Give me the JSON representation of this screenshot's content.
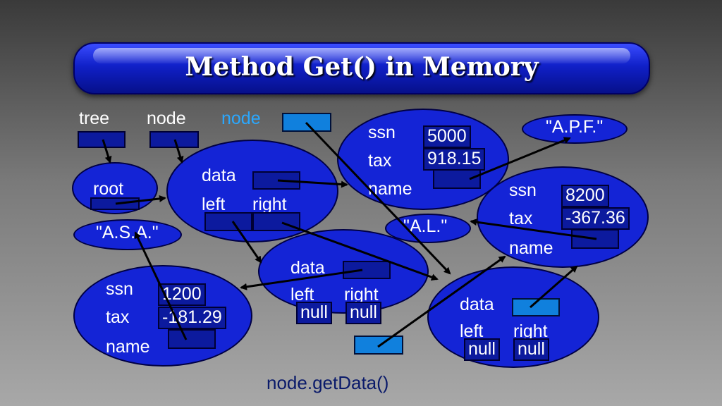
{
  "title": "Method Get() in Memory",
  "vars": {
    "tree": "tree",
    "node1": "node",
    "node2": "node",
    "root": "root"
  },
  "strings": {
    "asa": "\"A.S.A.\"",
    "al": "\"A.L.\"",
    "apf": "\"A.P.F.\""
  },
  "node_fields": {
    "data": "data",
    "left": "left",
    "right": "right",
    "null": "null"
  },
  "record_fields": {
    "ssn": "ssn",
    "tax": "tax",
    "name": "name"
  },
  "records": {
    "r5000": {
      "ssn": "5000",
      "tax": "918.15"
    },
    "r8200": {
      "ssn": "8200",
      "tax": "-367.36"
    },
    "r1200": {
      "ssn": "1200",
      "tax": "-181.29"
    }
  },
  "caption": "node.getData()",
  "colors": {
    "object": "#1424d6",
    "reference": "#0c1a9e",
    "highlight": "#2aa8ff"
  }
}
